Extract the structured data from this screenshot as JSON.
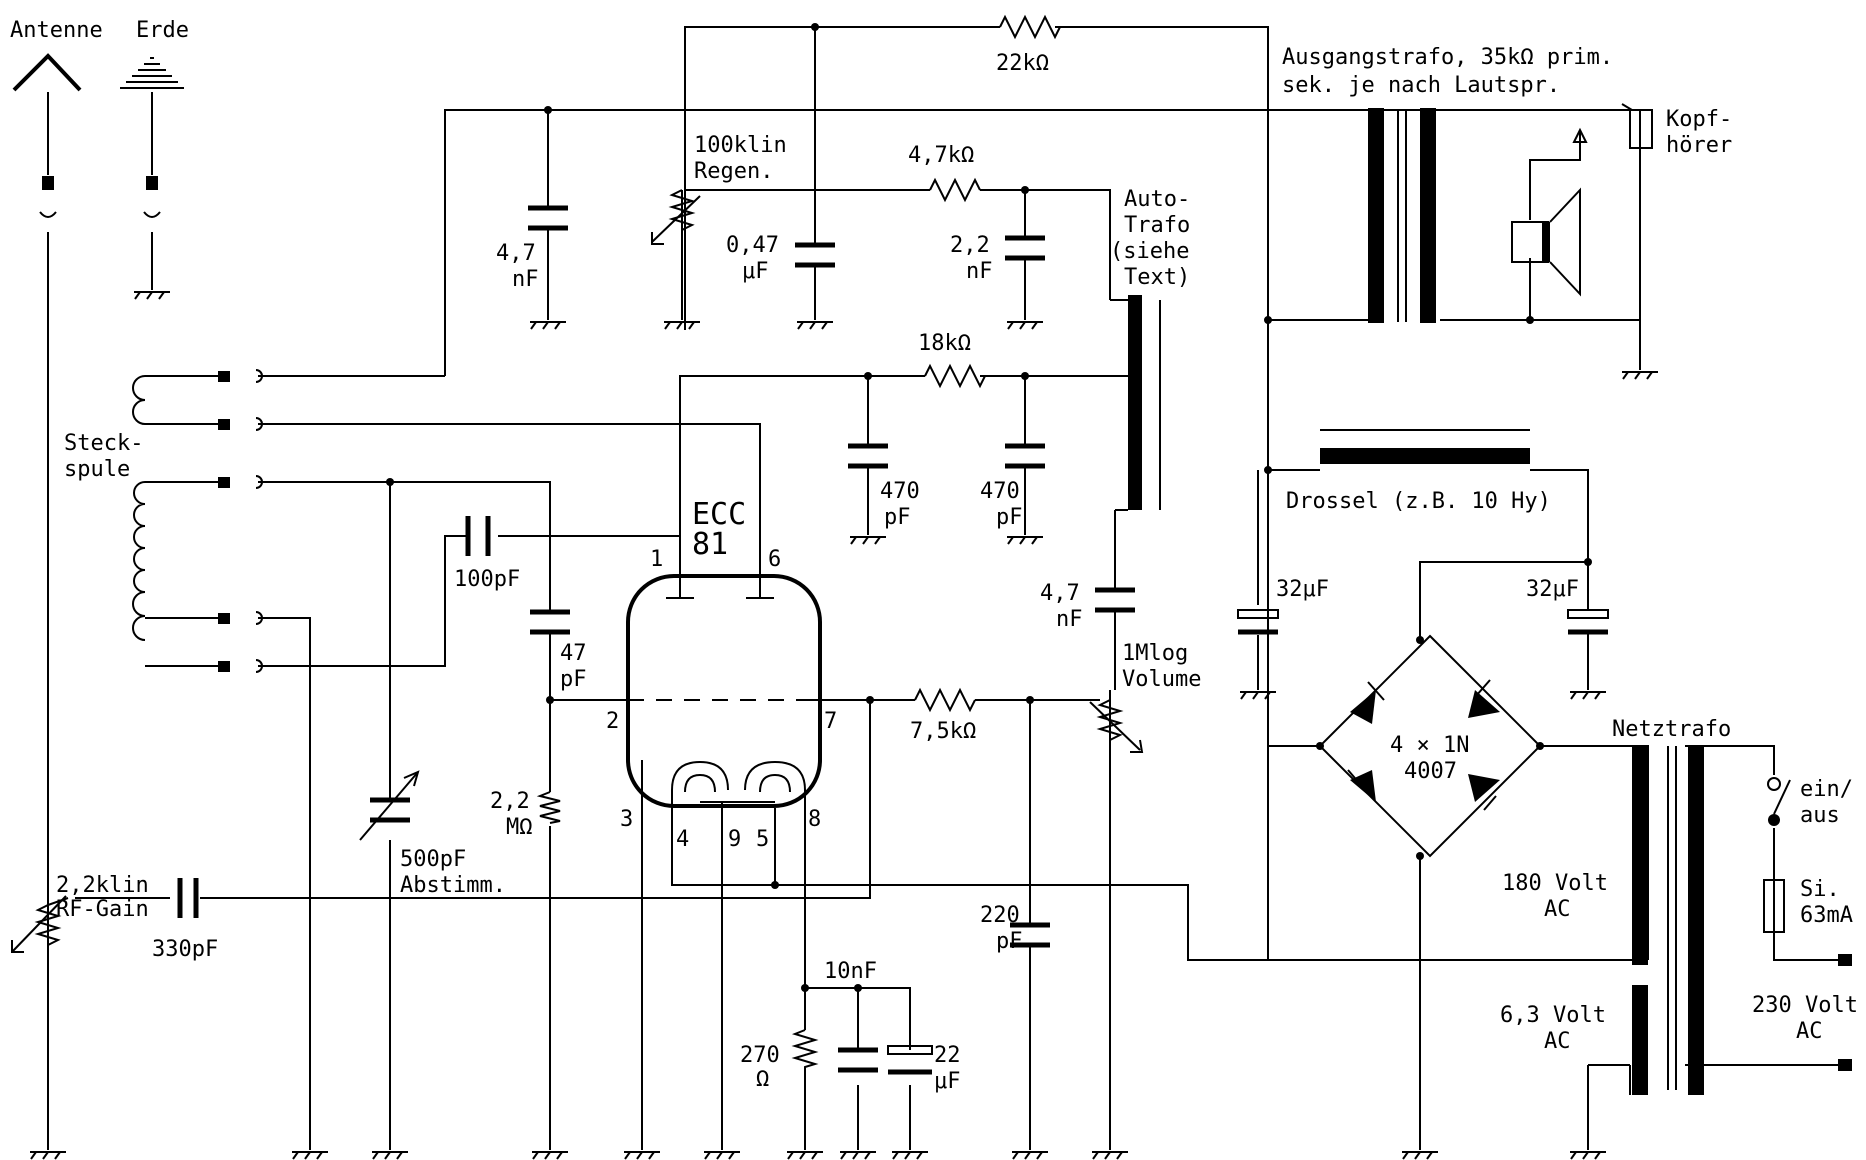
{
  "labels": {
    "antenna": "Antenne",
    "earth": "Erde",
    "r_feedback": "22kΩ",
    "out_trafo_1": "Ausgangstrafo, 35kΩ prim.",
    "out_trafo_2": "sek. je nach Lautspr.",
    "headphone_1": "Kopf-",
    "headphone_2": "hörer",
    "regen_pot_1": "100klin",
    "regen_pot_2": "Regen.",
    "r_47k": "4,7kΩ",
    "c_47nf_v": "4,7",
    "c_47nf_u": "nF",
    "c_047_v": "0,47",
    "c_047_u": "μF",
    "c_22nf_v": "2,2",
    "c_22nf_u": "nF",
    "autotrafo_1": "Auto-",
    "autotrafo_2": "Trafo",
    "autotrafo_3": "(siehe",
    "autotrafo_4": "Text)",
    "r_18k": "18kΩ",
    "plugin_coil_1": "Steck-",
    "plugin_coil_2": "spule",
    "c_470a_v": "470",
    "c_470a_u": "pF",
    "c_470b_v": "470",
    "c_470b_u": "pF",
    "tube": "ECC",
    "tube_2": "81",
    "pin1": "1",
    "pin6": "6",
    "pin2": "2",
    "pin7": "7",
    "pin3": "3",
    "pin4": "4",
    "pin9": "9",
    "pin5": "5",
    "pin8": "8",
    "c_100p": "100pF",
    "c_47p_v": "47",
    "c_47p_u": "pF",
    "c_couple_v": "4,7",
    "c_couple_u": "nF",
    "vol_pot_1": "1Mlog",
    "vol_pot_2": "Volume",
    "r_75k": "7,5kΩ",
    "r_22m_v": "2,2",
    "r_22m_u": "MΩ",
    "c_tune_1": "500pF",
    "c_tune_2": "Abstimm.",
    "rf_pot_1": "2,2klin",
    "rf_pot_2": "RF-Gain",
    "c_330p": "330pF",
    "c_220p_v": "220",
    "c_220p_u": "pF",
    "c_10n": "10nF",
    "r_270_v": "270",
    "r_270_u": "Ω",
    "c_22u_v": "22",
    "c_22u_u": "μF",
    "choke": "Drossel (z.B. 10 Hy)",
    "c_32u_a": "32μF",
    "c_32u_b": "32μF",
    "bridge_1": "4 × 1N",
    "bridge_2": "4007",
    "mains_trafo": "Netztrafo",
    "switch_1": "ein/",
    "switch_2": "aus",
    "fuse_1": "Si.",
    "fuse_2": "63mA",
    "v180_1": "180 Volt",
    "v180_2": "AC",
    "v63_1": "6,3 Volt",
    "v63_2": "AC",
    "v230_1": "230 Volt",
    "v230_2": "AC"
  }
}
